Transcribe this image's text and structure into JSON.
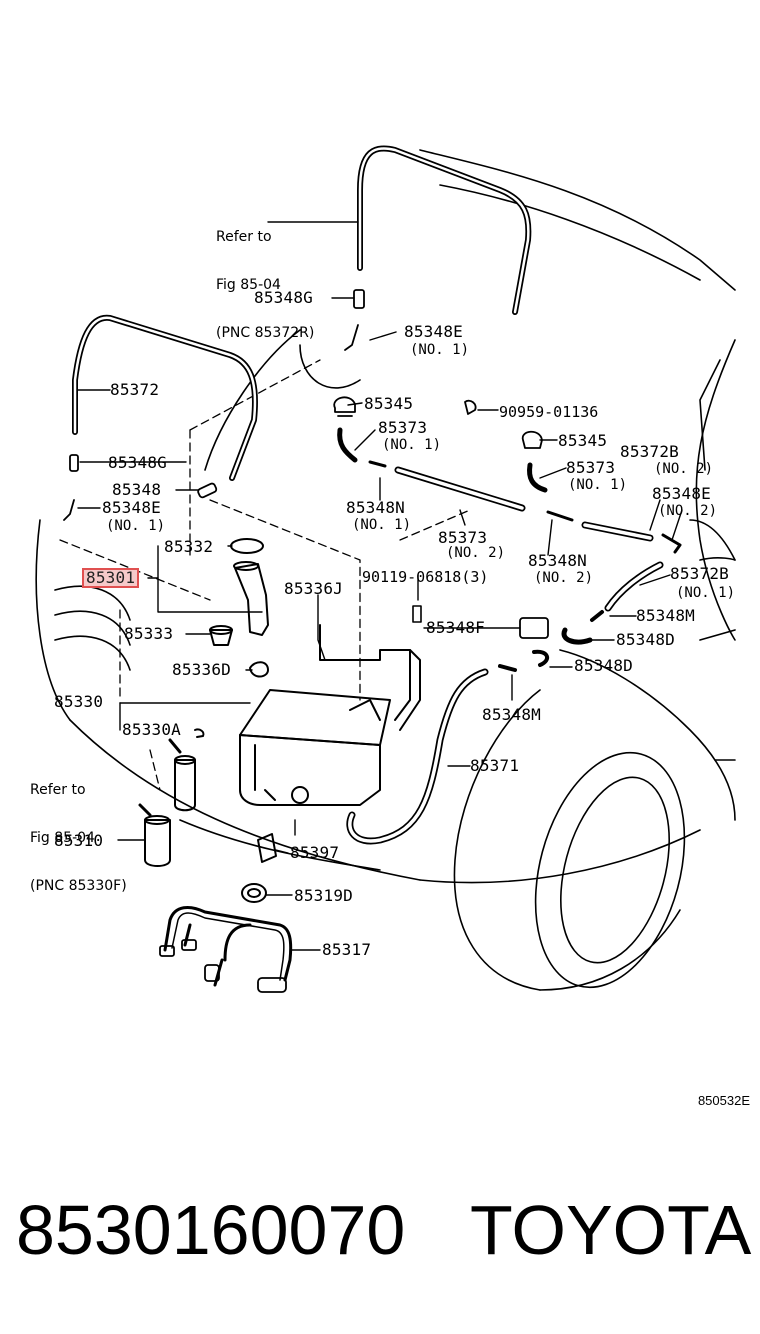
{
  "labels": [
    {
      "key": "p85348G_top",
      "text": "85348G"
    },
    {
      "key": "p85348E_top",
      "text": "85348E",
      "sub": "(NO. 1)"
    },
    {
      "key": "p85372",
      "text": "85372"
    },
    {
      "key": "p85345_a",
      "text": "85345"
    },
    {
      "key": "p90959",
      "text": "90959-01136"
    },
    {
      "key": "p85373_a",
      "text": "85373",
      "sub": "(NO. 1)"
    },
    {
      "key": "p85348G_mid",
      "text": "85348G"
    },
    {
      "key": "p85345_b",
      "text": "85345"
    },
    {
      "key": "p85372B_a",
      "text": "85372B"
    },
    {
      "key": "p85373_b",
      "text": "85373"
    },
    {
      "key": "p85348",
      "text": "85348"
    },
    {
      "key": "p85348E_mid",
      "text": "85348E",
      "sub": "(NO. 1)"
    },
    {
      "key": "p85348N_a",
      "text": "85348N",
      "sub": "(NO. 1)"
    },
    {
      "key": "p85348E_right",
      "text": "85348E",
      "sub": "(NO. 2)"
    },
    {
      "key": "p85332",
      "text": "85332"
    },
    {
      "key": "p85373_c",
      "text": "85373",
      "sub": "(NO. 2)"
    },
    {
      "key": "p85348N_b",
      "text": "85348N",
      "sub": "(NO. 2)"
    },
    {
      "key": "p85372B_b",
      "text": "85372B",
      "sub": "(NO. 1)"
    },
    {
      "key": "p85301",
      "text": "85301",
      "highlight": true
    },
    {
      "key": "p85336J",
      "text": "85336J"
    },
    {
      "key": "p90119",
      "text": "90119-06818(3)"
    },
    {
      "key": "p85348M_a",
      "text": "85348M"
    },
    {
      "key": "p85348F",
      "text": "85348F"
    },
    {
      "key": "p85348D_a",
      "text": "85348D"
    },
    {
      "key": "p85333",
      "text": "85333"
    },
    {
      "key": "p85336D",
      "text": "85336D"
    },
    {
      "key": "p85348D_b",
      "text": "85348D"
    },
    {
      "key": "p85330",
      "text": "85330"
    },
    {
      "key": "p85330A",
      "text": "85330A"
    },
    {
      "key": "p85348M_b",
      "text": "85348M"
    },
    {
      "key": "p85371",
      "text": "85371"
    },
    {
      "key": "p85310",
      "text": "85310"
    },
    {
      "key": "p85397",
      "text": "85397"
    },
    {
      "key": "p85319D",
      "text": "85319D"
    },
    {
      "key": "p85317",
      "text": "85317"
    }
  ],
  "notes": {
    "ref_top": [
      "Refer to",
      "Fig 85-04",
      "(PNC 85372R)"
    ],
    "ref_left": [
      "Refer to",
      "Fig 85-04",
      "(PNC 85330F)"
    ]
  },
  "sub_labels": {
    "p85372B_a": "(NO. 2)",
    "p85373_b": "(NO. 1)"
  },
  "figure_code": "850532E",
  "footer": {
    "part_number": "8530160070",
    "brand": "TOYOTA"
  },
  "highlight_color": "#e05050"
}
